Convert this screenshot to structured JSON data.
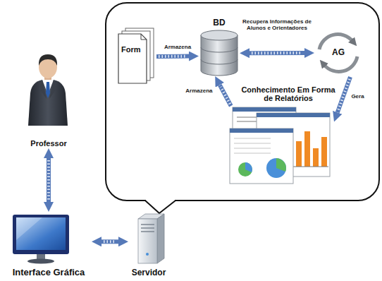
{
  "diagram": {
    "nodes": [
      {
        "text": [
          "Professor"
        ]
      },
      {
        "text": [
          "Interface Gráfica"
        ]
      },
      {
        "text": [
          "Servidor"
        ]
      },
      {
        "text": [
          "Form"
        ]
      },
      {
        "text": [
          "BD"
        ]
      },
      {
        "text": [
          "AG"
        ]
      },
      {
        "text": [
          "Conhecimento Em Forma de Relatórios"
        ]
      }
    ],
    "edges": [
      {
        "from": 0,
        "to": 1,
        "arrow": "both"
      },
      {
        "from": 1,
        "to": 2,
        "arrow": "both"
      },
      {
        "from": 3,
        "to": 4,
        "label": "Armazena",
        "arrow": "to"
      },
      {
        "from": 4,
        "to": 5,
        "label": "Recupera Informações de Alunos e Orientadores",
        "arrow": "both"
      },
      {
        "from": 5,
        "to": 6,
        "label": "Gera",
        "arrow": "to"
      },
      {
        "from": 6,
        "to": 4,
        "label": "Armazena",
        "arrow": "to"
      }
    ]
  }
}
